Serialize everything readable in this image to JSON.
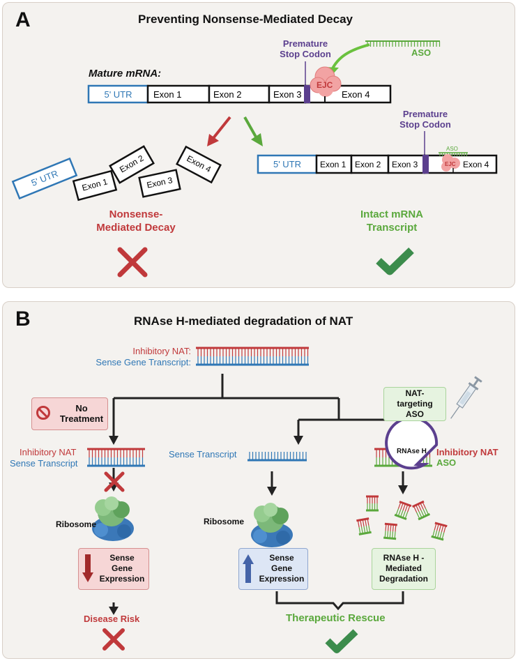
{
  "panel_a": {
    "letter": "A",
    "title": "Preventing Nonsense-Mediated Decay",
    "mature_mrna": "Mature mRNA:",
    "utr": "5' UTR",
    "exon1": "Exon 1",
    "exon2": "Exon 2",
    "exon3": "Exon 3",
    "exon4": "Exon 4",
    "ejc": "EJC",
    "aso": "ASO",
    "premature_line1": "Premature",
    "premature_line2": "Stop Codon",
    "nmd_line1": "Nonsense-",
    "nmd_line2": "Mediated Decay",
    "intact_line1": "Intact mRNA",
    "intact_line2": "Transcript"
  },
  "panel_b": {
    "letter": "B",
    "title": "RNAse H-mediated degradation of NAT",
    "inhibitory_nat_top": "Inhibitory NAT:",
    "sense_gene_transcript": "Sense Gene Transcript:",
    "no_treatment_line1": "No",
    "no_treatment_line2": "Treatment",
    "inhibitory_nat_left": "Inhibitory NAT",
    "sense_transcript_left": "Sense Transcript",
    "ribosome_left": "Ribosome",
    "sense_gene_exp_left": [
      "Sense",
      "Gene",
      "Expression"
    ],
    "disease_risk": "Disease Risk",
    "sense_transcript_mid": "Sense Transcript",
    "ribosome_mid": "Ribosome",
    "sense_gene_exp_mid": [
      "Sense",
      "Gene",
      "Expression"
    ],
    "nat_targeting_aso": [
      "NAT-",
      "targeting",
      "ASO"
    ],
    "rnase_h": "RNAse H",
    "inhibitory_nat_right": "Inhibitory NAT",
    "aso_right": "ASO",
    "rnase_deg": [
      "RNAse H -",
      "Mediated",
      "Degradation"
    ],
    "therapeutic_rescue": "Therapeutic Rescue"
  },
  "colors": {
    "red": "#c0393b",
    "green": "#5aa83c",
    "blue": "#2f77b5",
    "purple": "#5b3f8e",
    "panel_bg": "#f4f2ef"
  }
}
